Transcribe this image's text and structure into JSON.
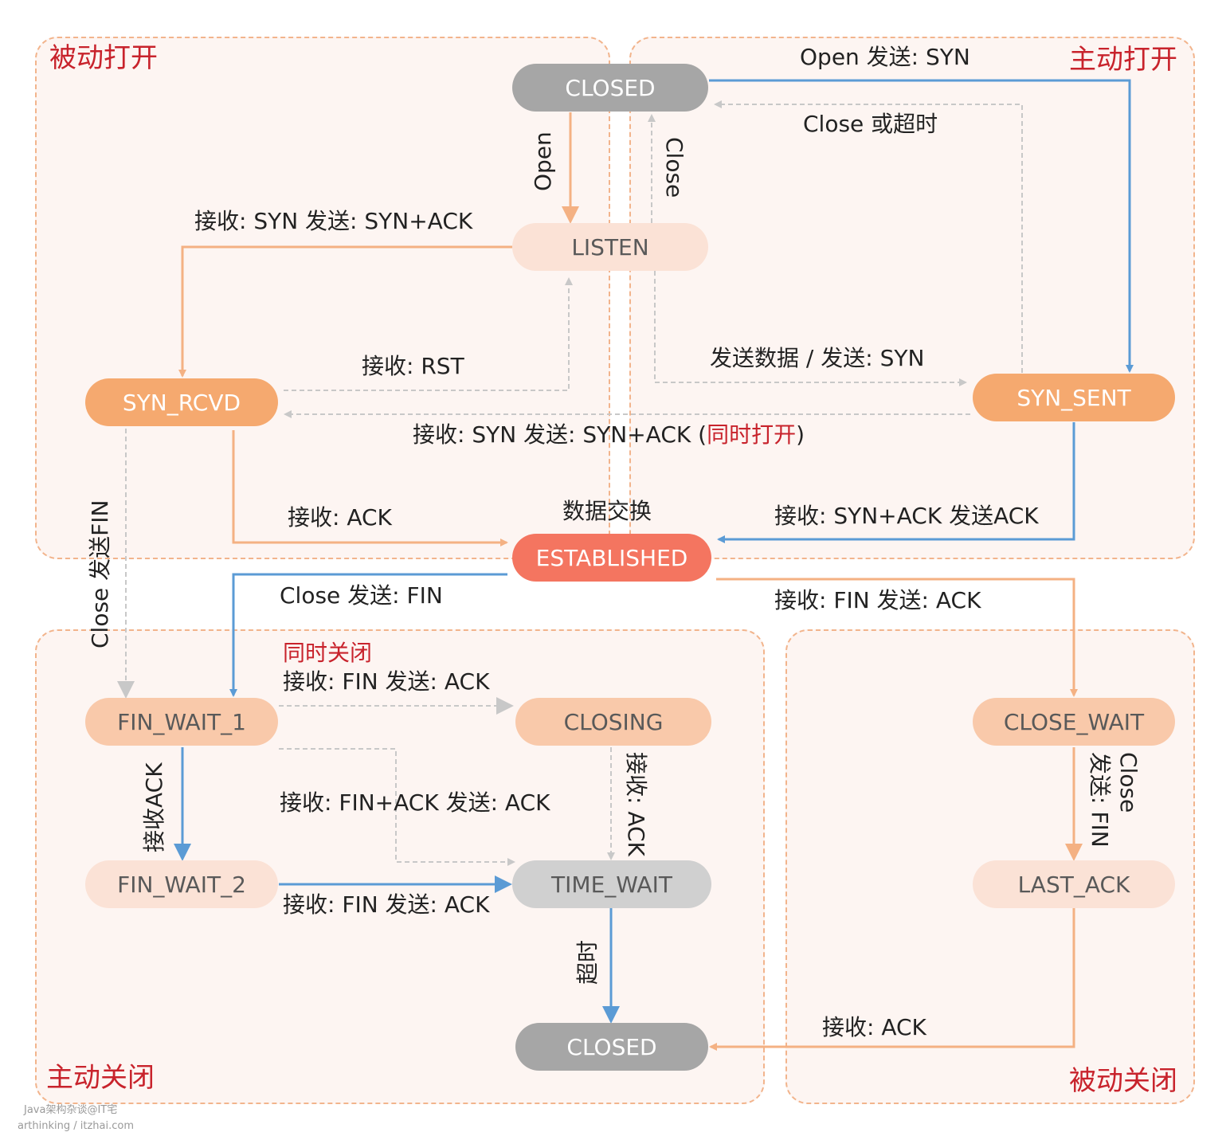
{
  "regions": {
    "passive_open": "被动打开",
    "active_open": "主动打开",
    "active_close": "主动关闭",
    "passive_close": "被动关闭"
  },
  "states": {
    "closed_top": "CLOSED",
    "listen": "LISTEN",
    "syn_rcvd": "SYN_RCVD",
    "syn_sent": "SYN_SENT",
    "established": "ESTABLISHED",
    "fin_wait_1": "FIN_WAIT_1",
    "closing": "CLOSING",
    "close_wait": "CLOSE_WAIT",
    "fin_wait_2": "FIN_WAIT_2",
    "time_wait": "TIME_WAIT",
    "last_ack": "LAST_ACK",
    "closed_bottom": "CLOSED"
  },
  "transitions": {
    "open_send_syn": "Open  发送: SYN",
    "close_or_timeout": "Close 或超时",
    "open": "Open",
    "close": "Close",
    "recv_syn_send_synack": "接收: SYN  发送: SYN+ACK",
    "recv_rst": "接收: RST",
    "send_data_send_syn": "发送数据 / 发送: SYN",
    "simul_open_prefix": "接收: SYN  发送: SYN+ACK (",
    "simul_open_note": "同时打开",
    "simul_open_suffix": ")",
    "data_exchange": "数据交换",
    "recv_ack": "接收: ACK",
    "recv_synack_send_ack": "接收: SYN+ACK  发送ACK",
    "close_send_fin_left": "Close  发送FIN",
    "close_send_fin": "Close  发送: FIN",
    "recv_fin_send_ack_right": "接收: FIN  发送: ACK",
    "simul_close": "同时关闭",
    "recv_fin_send_ack_simul": "接收: FIN  发送: ACK",
    "recv_ack_fw1": "接收ACK",
    "recv_finack_send_ack": "接收: FIN+ACK  发送: ACK",
    "recv_ack_closing": "接收: ACK",
    "close_wait_close": "Close",
    "close_wait_send_fin": "发送: FIN",
    "recv_fin_send_ack_fw2": "接收: FIN  发送: ACK",
    "timeout": "超时",
    "recv_ack_last": "接收: ACK"
  },
  "colors": {
    "closed": "#a6a6a6",
    "listen": "#fbe2d6",
    "syn": "#f5a96f",
    "established": "#f47560",
    "light_state": "#f9c9aa",
    "time_wait": "#d0d0d0",
    "blue_arrow": "#5b9bd5",
    "orange_arrow": "#f4b183",
    "gray_dashed": "#bfbfbf",
    "region_border": "#f2b48c",
    "region_title": "#c8232c"
  },
  "watermark": {
    "line1": "Java架构杂谈@IT宅",
    "line2": "arthinking / itzhai.com"
  }
}
